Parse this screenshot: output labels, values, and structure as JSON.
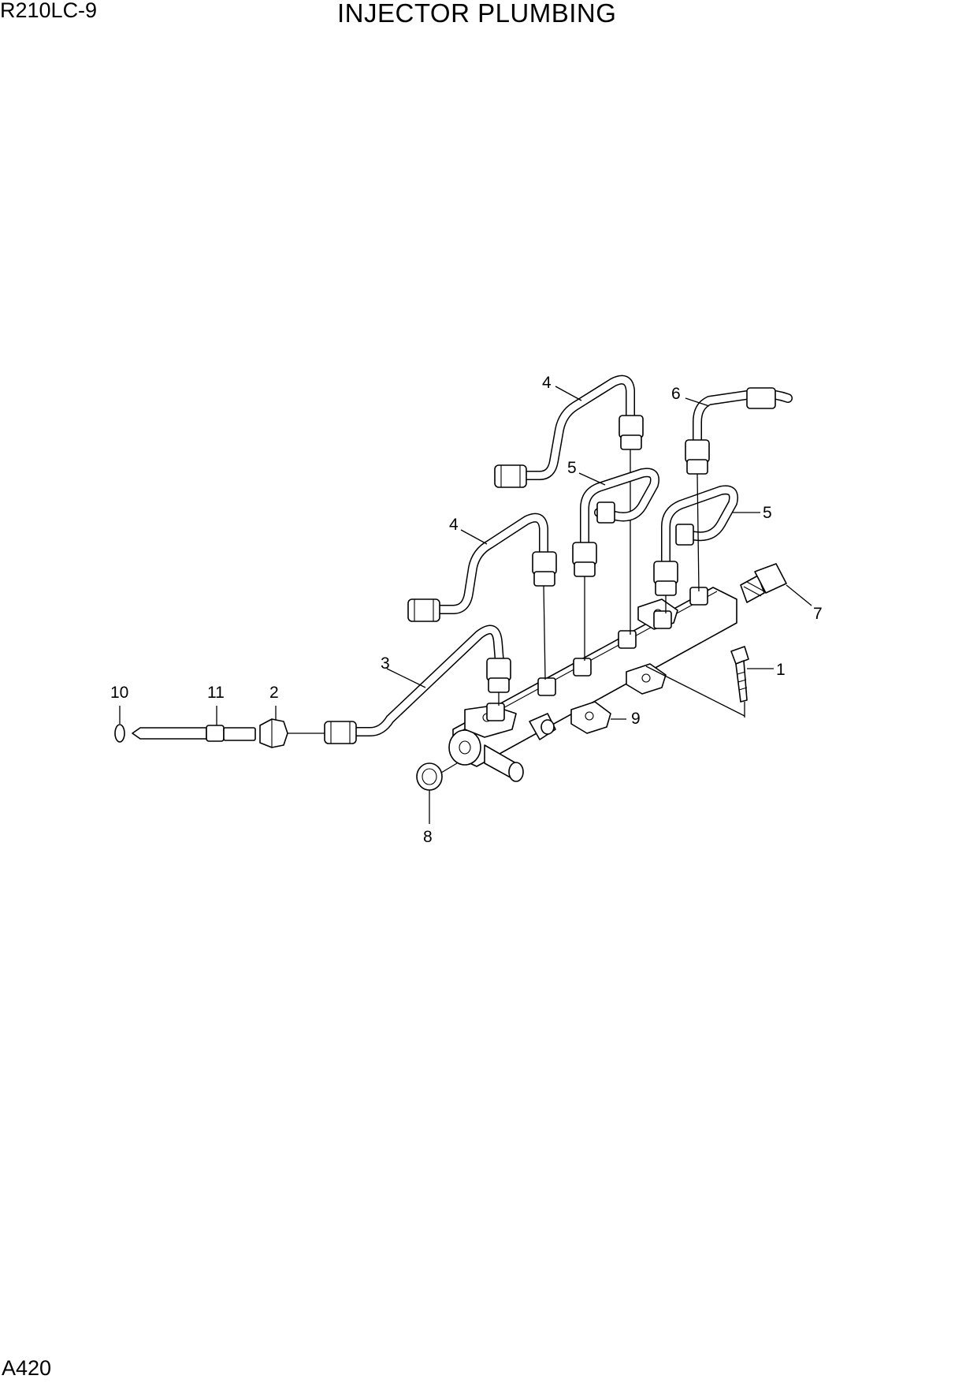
{
  "header": {
    "model": "R210LC-9",
    "title": "INJECTOR PLUMBING"
  },
  "footer": {
    "page_code": "A420"
  },
  "callouts": {
    "c1": "1",
    "c2": "2",
    "c3": "3",
    "c4a": "4",
    "c4b": "4",
    "c5a": "5",
    "c5b": "5",
    "c6": "6",
    "c7": "7",
    "c8": "8",
    "c9": "9",
    "c10": "10",
    "c11": "11"
  }
}
